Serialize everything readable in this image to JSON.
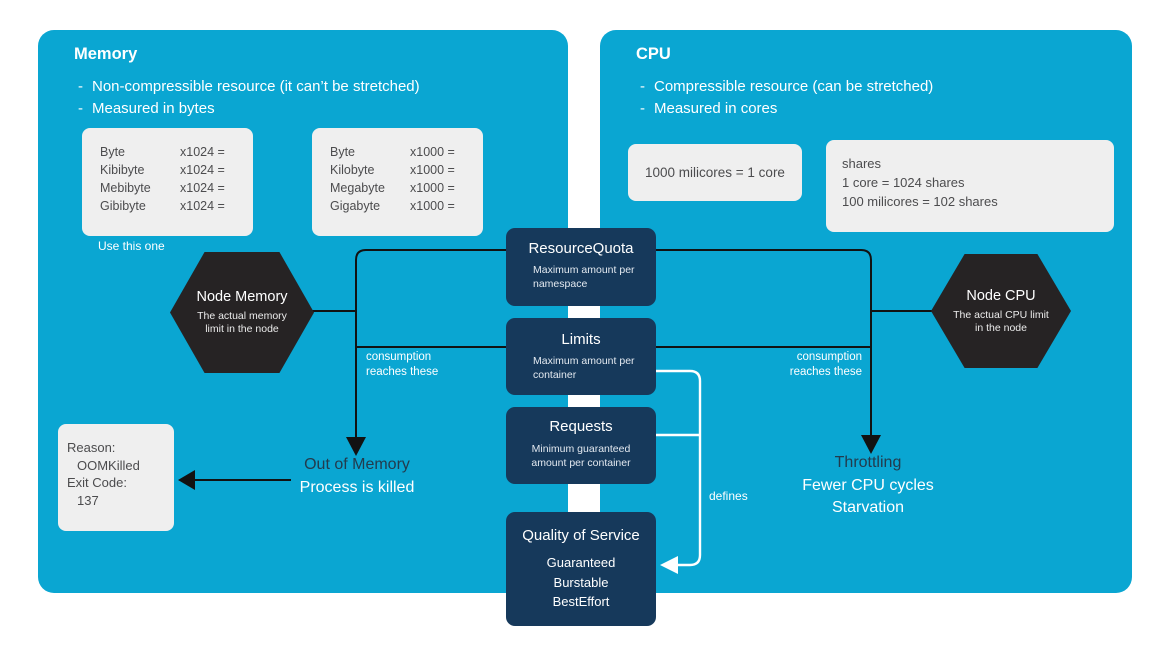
{
  "colors": {
    "panel_cyan": "#0AA6D2",
    "box_navy": "#16395B",
    "hexagon_black": "#262324",
    "gray_box": "#EFEFEF",
    "gray_text": "#4C4C4E",
    "dark_label": "#233B4D",
    "white": "#FFFFFF"
  },
  "shared": {
    "bullet_marker": "-"
  },
  "memory": {
    "title": "Memory",
    "bullets": [
      "Non-compressible resource (it can’t be stretched)",
      "Measured in bytes"
    ],
    "binary_table": {
      "rows": [
        {
          "unit": "Byte",
          "factor": "x1024 ="
        },
        {
          "unit": "Kibibyte",
          "factor": "x1024 ="
        },
        {
          "unit": "Mebibyte",
          "factor": "x1024 ="
        },
        {
          "unit": "Gibibyte",
          "factor": "x1024 ="
        }
      ]
    },
    "decimal_table": {
      "rows": [
        {
          "unit": "Byte",
          "factor": "x1000 ="
        },
        {
          "unit": "Kilobyte",
          "factor": "x1000 ="
        },
        {
          "unit": "Megabyte",
          "factor": "x1000 ="
        },
        {
          "unit": "Gigabyte",
          "factor": "x1000 ="
        }
      ]
    },
    "table_note": "Use this one",
    "hexagon": {
      "title": "Node Memory",
      "subtitle": "The actual memory limit in the node"
    },
    "consumption_label": {
      "line1": "consumption",
      "line2": "reaches these"
    },
    "outcome": {
      "line1": "Out of Memory",
      "line2": "Process is killed"
    },
    "reason_box": {
      "line1": "Reason:",
      "line2": "OOMKilled",
      "line3": "Exit Code:",
      "line4": "137"
    }
  },
  "cpu": {
    "title": "CPU",
    "bullets": [
      "Compressible resource (can be stretched)",
      "Measured in cores"
    ],
    "milicores_box": "1000 milicores = 1 core",
    "shares_box": {
      "line1": "shares",
      "line2": "1 core = 1024 shares",
      "line3": "100 milicores = 102 shares"
    },
    "hexagon": {
      "title": "Node CPU",
      "subtitle": "The actual CPU limit in the node"
    },
    "consumption_label": {
      "line1": "consumption",
      "line2": "reaches these"
    },
    "outcome": {
      "line1": "Throttling",
      "line2": "Fewer CPU cycles",
      "line3": "Starvation"
    }
  },
  "center": {
    "resourcequota": {
      "title": "ResourceQuota",
      "subtitle": "Maximum amount per namespace"
    },
    "limits": {
      "title": "Limits",
      "subtitle": "Maximum amount per container"
    },
    "requests": {
      "title": "Requests",
      "subtitle": "Minimum guaranteed amount per container"
    },
    "qos": {
      "title": "Quality of Service",
      "classes": [
        "Guaranteed",
        "Burstable",
        "BestEffort"
      ]
    },
    "defines_label": "defines"
  }
}
